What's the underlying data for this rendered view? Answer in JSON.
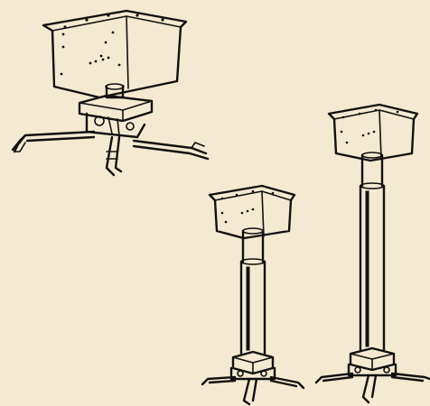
{
  "scene": {
    "background": "#f3ead1",
    "line_color": "#111111",
    "objects": [
      "projector-mount-short",
      "projector-mount-medium-pole",
      "projector-mount-long-pole"
    ]
  }
}
